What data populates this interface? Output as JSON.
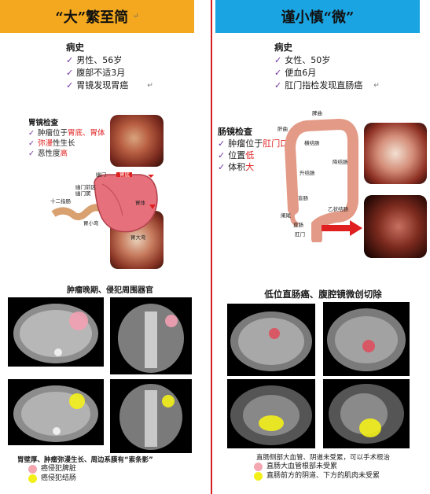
{
  "left": {
    "banner_title": "“大”繁至简",
    "history_title": "病史",
    "history": [
      "男性、56岁",
      "腹部不适3月",
      "胃镜发现胃癌"
    ],
    "scope_title": "胃镜检查",
    "scope_items": [
      {
        "pre": "肿瘤位于",
        "hl": "胃底、胃体",
        "post": ""
      },
      {
        "pre": "",
        "hl": "弥漫",
        "post": "性生长"
      },
      {
        "pre": "恶性度",
        "hl": "高",
        "post": ""
      }
    ],
    "anatomy_labels": [
      "幽门",
      "胃底",
      "胃体",
      "十二指肠",
      "幽门前区",
      "幽门窦",
      "胃小弯",
      "胃大弯"
    ],
    "ct_title": "肿瘤晚期、侵犯周围器官",
    "ct_note": "胃壁厚、肿瘤弥漫生长、周边系膜有“索条影”",
    "legend": [
      {
        "color": "#f4a7b0",
        "text": "癌侵犯脾脏"
      },
      {
        "color": "#f3ef1a",
        "text": "癌侵犯结肠"
      }
    ]
  },
  "right": {
    "banner_title": "谨小慎“微”",
    "history_title": "病史",
    "history": [
      "女性、50岁",
      "便血6月",
      "肛门指检发现直肠癌"
    ],
    "scope_title": "肠镜检查",
    "scope_items": [
      {
        "pre": "肿瘤位于",
        "hl": "肛门口",
        "post": ""
      },
      {
        "pre": "位置",
        "hl": "低",
        "post": ""
      },
      {
        "pre": "体积",
        "hl": "大",
        "post": ""
      }
    ],
    "anatomy_labels": [
      "肝曲",
      "脾曲",
      "横结肠",
      "升结肠",
      "降结肠",
      "盲肠",
      "阑尾",
      "直肠",
      "肛门",
      "乙状结肠"
    ],
    "mri_title": "低位直肠癌、腹腔镜微创切除",
    "mri_note": "直肠侧部大血管、阴道未受累，可以手术根治",
    "legend": [
      {
        "color": "#f4a7b0",
        "text": "直肠大血管根部未受累"
      },
      {
        "color": "#f3ef1a",
        "text": "直肠前方的阴道、下方的肌肉未受累"
      }
    ]
  },
  "marks": {
    "para": "↵"
  }
}
